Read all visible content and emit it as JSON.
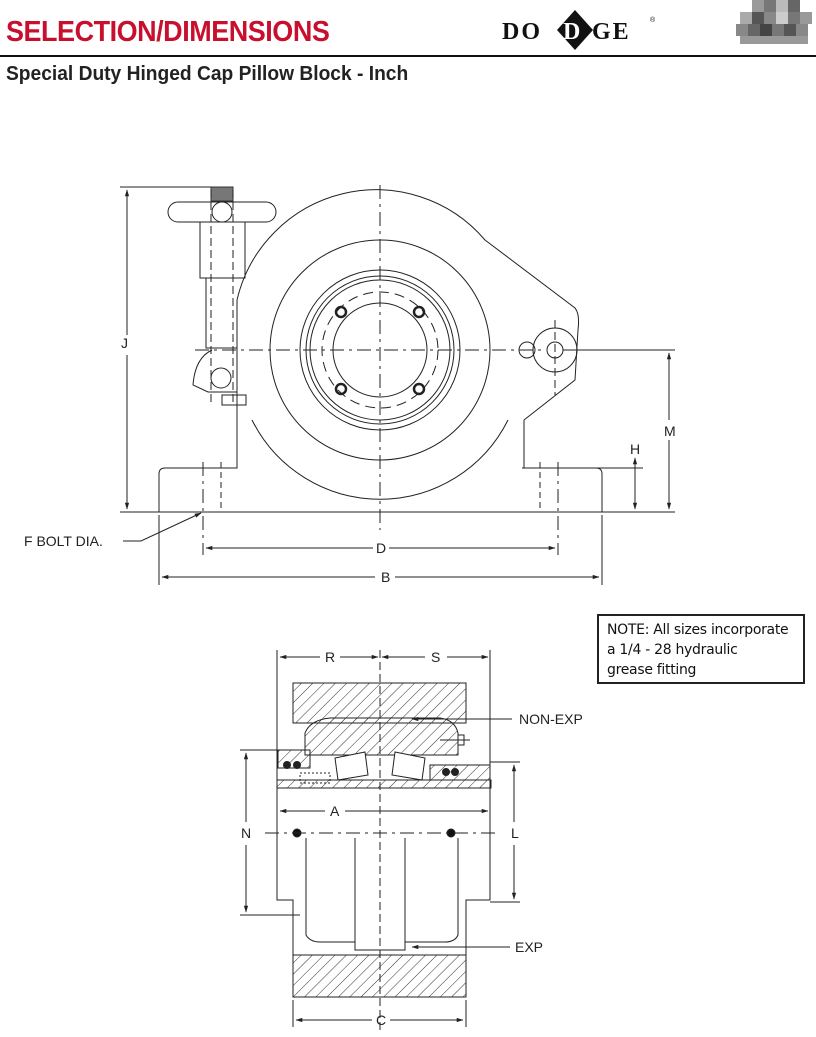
{
  "header": {
    "title": "SELECTION/DIMENSIONS",
    "subtitle": "Special Duty Hinged Cap Pillow Block - Inch",
    "brand": "DODGE",
    "brand_mark": "®",
    "brand_color": "#c8102e",
    "thumbnail": "product-thumbnail-pixelated"
  },
  "front_view": {
    "labels": {
      "J": "J",
      "M": "M",
      "H": "H",
      "D": "D",
      "B": "B",
      "F": "F BOLT DIA."
    }
  },
  "section_view": {
    "labels": {
      "R": "R",
      "S": "S",
      "A": "A",
      "N": "N",
      "L": "L",
      "C": "C",
      "non_exp": "NON-EXP",
      "exp": "EXP"
    }
  },
  "note": {
    "lines": [
      "NOTE:  All sizes incorporate",
      "a 1/4 - 28 hydraulic",
      "grease fitting"
    ]
  }
}
